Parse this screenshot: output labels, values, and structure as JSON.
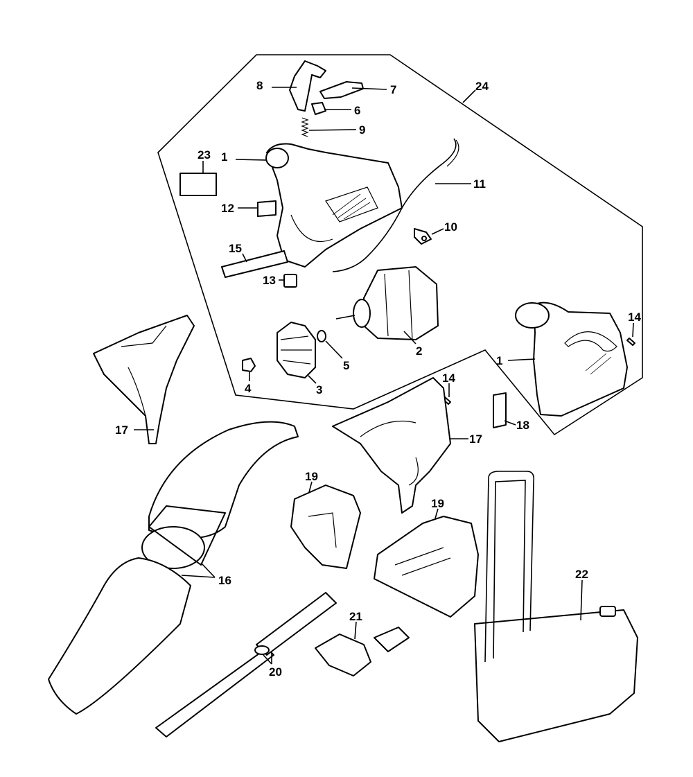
{
  "title": "Exploded parts diagram",
  "assembly_label": "24",
  "callouts": [
    {
      "id": "c8",
      "number": "8"
    },
    {
      "id": "c7",
      "number": "7"
    },
    {
      "id": "c6",
      "number": "6"
    },
    {
      "id": "c9",
      "number": "9"
    },
    {
      "id": "c24",
      "number": "24"
    },
    {
      "id": "c23",
      "number": "23"
    },
    {
      "id": "c1a",
      "number": "1"
    },
    {
      "id": "c11",
      "number": "11"
    },
    {
      "id": "c12",
      "number": "12"
    },
    {
      "id": "c10",
      "number": "10"
    },
    {
      "id": "c15",
      "number": "15"
    },
    {
      "id": "c13",
      "number": "13"
    },
    {
      "id": "c14a",
      "number": "14"
    },
    {
      "id": "c2",
      "number": "2"
    },
    {
      "id": "c5",
      "number": "5"
    },
    {
      "id": "c1b",
      "number": "1"
    },
    {
      "id": "c4",
      "number": "4"
    },
    {
      "id": "c3",
      "number": "3"
    },
    {
      "id": "c14b",
      "number": "14"
    },
    {
      "id": "c17a",
      "number": "17"
    },
    {
      "id": "c17b",
      "number": "17"
    },
    {
      "id": "c18",
      "number": "18"
    },
    {
      "id": "c19a",
      "number": "19"
    },
    {
      "id": "c19b",
      "number": "19"
    },
    {
      "id": "c16",
      "number": "16"
    },
    {
      "id": "c22",
      "number": "22"
    },
    {
      "id": "c21",
      "number": "21"
    },
    {
      "id": "c20",
      "number": "20"
    }
  ]
}
